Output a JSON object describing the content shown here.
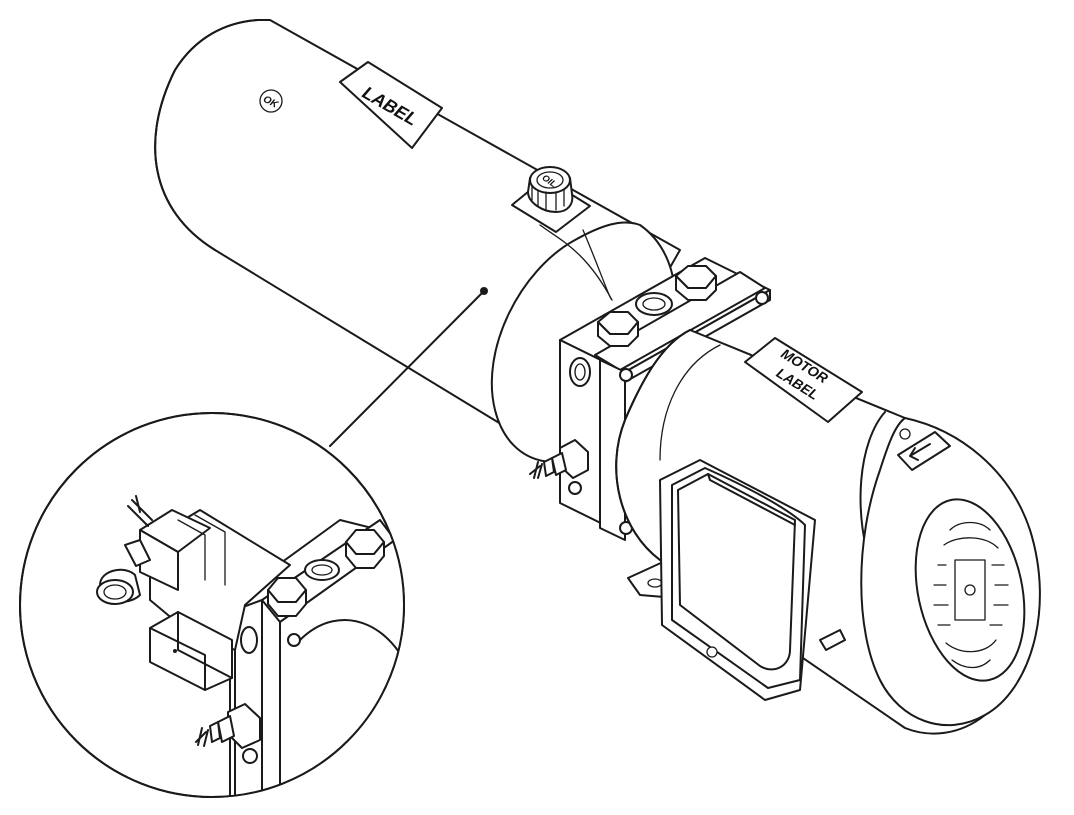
{
  "tank": {
    "label_text": "LABEL",
    "ok_mark_text": "OK",
    "oil_cap_text": "OIL"
  },
  "motor": {
    "label_line1": "MOTOR",
    "label_line2": "LABEL"
  },
  "colors": {
    "line": "#1a1a1a",
    "background": "#ffffff"
  }
}
